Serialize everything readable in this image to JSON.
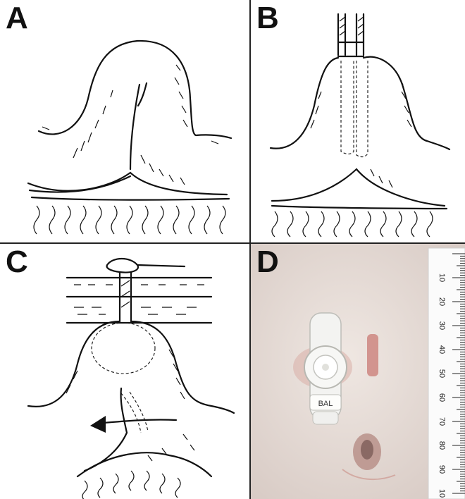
{
  "panels": [
    {
      "id": "A",
      "label": "A"
    },
    {
      "id": "B",
      "label": "B"
    },
    {
      "id": "C",
      "label": "C"
    },
    {
      "id": "D",
      "label": "D"
    }
  ],
  "photo": {
    "button_label": "BAL",
    "ruler_numbers": [
      "10",
      "20",
      "30",
      "40",
      "50",
      "60",
      "70",
      "80",
      "90",
      "10"
    ]
  },
  "colors": {
    "ink": "#111111",
    "skin": "#e6dcd6",
    "ruler": "#fbfbfb",
    "scar": "#c97a74"
  }
}
